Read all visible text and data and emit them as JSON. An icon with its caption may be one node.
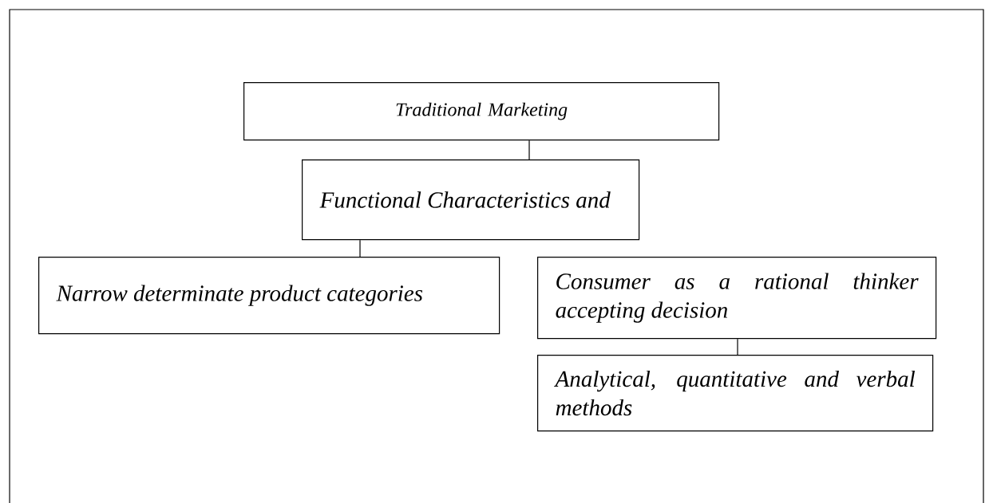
{
  "diagram": {
    "nodes": [
      {
        "text": [
          "Traditional Marketing"
        ]
      },
      {
        "text": [
          "Functional Characteristics and"
        ]
      },
      {
        "text": [
          "Narrow determinate product categories"
        ]
      },
      {
        "text": [
          "Consumer as a rational thinker accepting decision"
        ]
      },
      {
        "text": [
          "Analytical, quantitative and verbal methods"
        ]
      }
    ],
    "edges": [
      {
        "from": 0,
        "to": 1,
        "arrow": "none"
      },
      {
        "from": 1,
        "to": 2,
        "arrow": "none"
      },
      {
        "from": 3,
        "to": 4,
        "arrow": "none"
      }
    ]
  }
}
